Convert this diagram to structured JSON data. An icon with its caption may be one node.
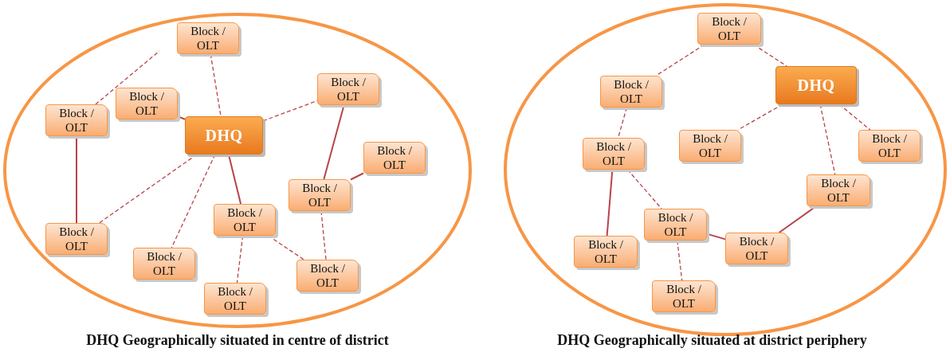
{
  "diagram": {
    "nodes": [
      {
        "text": [
          "DHQ Geographically situated in centre of district"
        ]
      },
      {
        "text": [
          "Block / OLT"
        ],
        "in": 0
      },
      {
        "text": [
          "Block / OLT"
        ],
        "in": 0
      },
      {
        "text": [
          "DHQ"
        ],
        "in": 0
      },
      {
        "text": [
          "Block / OLT"
        ],
        "in": 0
      },
      {
        "text": [
          "Block / OLT"
        ],
        "in": 0
      },
      {
        "text": [
          "Block / OLT"
        ],
        "in": 0
      },
      {
        "text": [
          "Block / OLT"
        ],
        "in": 0
      },
      {
        "text": [
          "Block / OLT"
        ],
        "in": 0
      },
      {
        "text": [
          "Block / OLT"
        ],
        "in": 0
      },
      {
        "text": [
          "Block / OLT"
        ],
        "in": 0
      },
      {
        "text": [
          "Block / OLT"
        ],
        "in": 0
      },
      {
        "text": [
          "Block / OLT"
        ],
        "in": 0
      },
      {
        "text": [
          "DHQ Geographically situated at district periphery"
        ]
      },
      {
        "text": [
          "Block / OLT"
        ],
        "in": 13
      },
      {
        "text": [
          "DHQ"
        ],
        "in": 13
      },
      {
        "text": [
          "Block / OLT"
        ],
        "in": 13
      },
      {
        "text": [
          "Block / OLT"
        ],
        "in": 13
      },
      {
        "text": [
          "Block / OLT"
        ],
        "in": 13
      },
      {
        "text": [
          "Block / OLT"
        ],
        "in": 13
      },
      {
        "text": [
          "Block / OLT"
        ],
        "in": 13
      },
      {
        "text": [
          "Block / OLT"
        ],
        "in": 13
      },
      {
        "text": [
          "Block / OLT"
        ],
        "in": 13
      },
      {
        "text": [
          "Block / OLT"
        ],
        "in": 13
      },
      {
        "text": [
          "Block / OLT"
        ],
        "in": 13
      }
    ],
    "edges": [
      {
        "from": 1,
        "to": 3,
        "arrow": "none",
        "style": "dashed"
      },
      {
        "from": 2,
        "to": 3,
        "arrow": "none"
      },
      {
        "from": 4,
        "to": null,
        "arrow": "none",
        "style": "dashed"
      },
      {
        "from": 4,
        "to": 8,
        "arrow": "none"
      },
      {
        "from": 3,
        "to": 5,
        "arrow": "none",
        "style": "dashed"
      },
      {
        "from": 3,
        "to": 8,
        "arrow": "none",
        "style": "dashed"
      },
      {
        "from": 3,
        "to": 10,
        "arrow": "none",
        "style": "dashed"
      },
      {
        "from": 3,
        "to": 9,
        "arrow": "none"
      },
      {
        "from": 5,
        "to": 7,
        "arrow": "none"
      },
      {
        "from": 7,
        "to": 6,
        "arrow": "none"
      },
      {
        "from": 7,
        "to": 11,
        "arrow": "none",
        "style": "dashed"
      },
      {
        "from": 9,
        "to": 12,
        "arrow": "none",
        "style": "dashed"
      },
      {
        "from": 9,
        "to": 11,
        "arrow": "none",
        "style": "dashed"
      },
      {
        "from": 14,
        "to": 15,
        "arrow": "none",
        "style": "dashed"
      },
      {
        "from": 14,
        "to": 16,
        "arrow": "none",
        "style": "dashed"
      },
      {
        "from": 16,
        "to": 17,
        "arrow": "none",
        "style": "dashed"
      },
      {
        "from": 15,
        "to": 18,
        "arrow": "none",
        "style": "dashed"
      },
      {
        "from": 15,
        "to": 19,
        "arrow": "none",
        "style": "dashed"
      },
      {
        "from": 15,
        "to": 20,
        "arrow": "none",
        "style": "dashed"
      },
      {
        "from": 17,
        "to": 22,
        "arrow": "none"
      },
      {
        "from": 17,
        "to": 21,
        "arrow": "none",
        "style": "dashed"
      },
      {
        "from": 21,
        "to": 23,
        "arrow": "none"
      },
      {
        "from": 23,
        "to": 20,
        "arrow": "none"
      },
      {
        "from": 21,
        "to": 24,
        "arrow": "none",
        "style": "dashed"
      }
    ]
  }
}
